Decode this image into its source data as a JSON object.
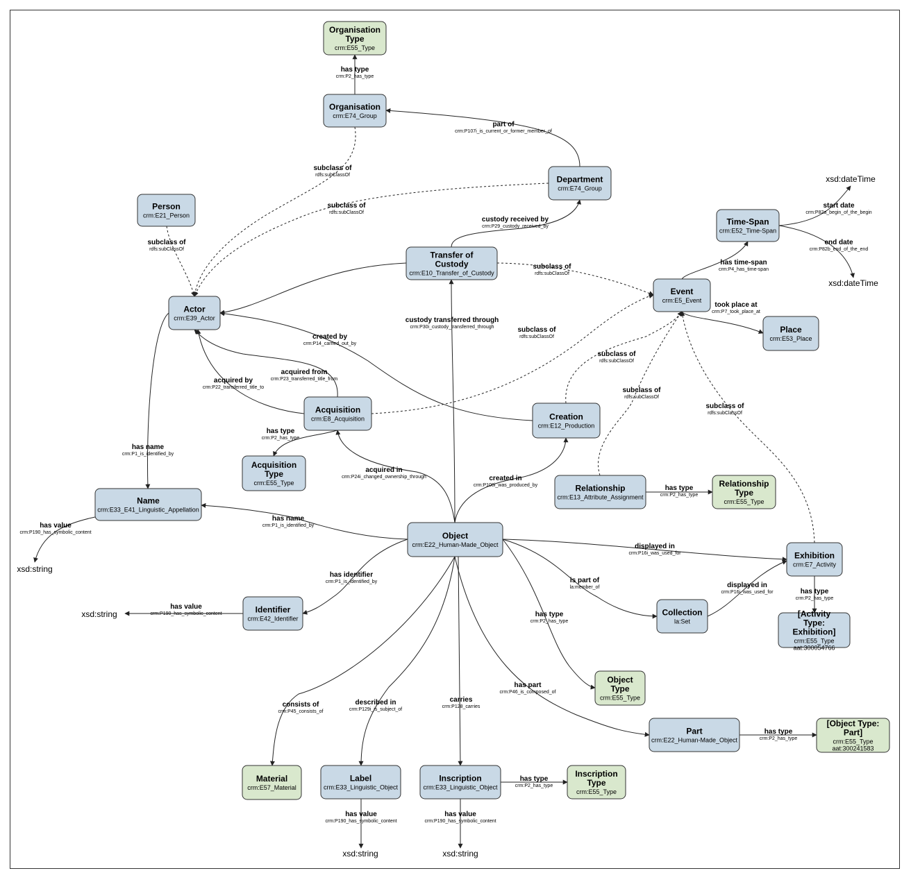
{
  "nodes": [
    {
      "id": "orgtype",
      "title": "Organisation Type",
      "sub": [
        "crm:E55_Type"
      ],
      "color": "green"
    },
    {
      "id": "org",
      "title": "Organisation",
      "sub": [
        "crm:E74_Group"
      ],
      "color": "blue"
    },
    {
      "id": "dept",
      "title": "Department",
      "sub": [
        "crm:E74_Group"
      ],
      "color": "blue"
    },
    {
      "id": "person",
      "title": "Person",
      "sub": [
        "crm:E21_Person"
      ],
      "color": "blue"
    },
    {
      "id": "timespan",
      "title": "Time-Span",
      "sub": [
        "crm:E52_Time-Span"
      ],
      "color": "blue"
    },
    {
      "id": "toc",
      "title": "Transfer of Custody",
      "sub": [
        "crm:E10_Transfer_of_Custody"
      ],
      "color": "blue"
    },
    {
      "id": "event",
      "title": "Event",
      "sub": [
        "crm:E5_Event"
      ],
      "color": "blue"
    },
    {
      "id": "actor",
      "title": "Actor",
      "sub": [
        "crm:E39_Actor"
      ],
      "color": "blue"
    },
    {
      "id": "place",
      "title": "Place",
      "sub": [
        "crm:E53_Place"
      ],
      "color": "blue"
    },
    {
      "id": "acq",
      "title": "Acquisition",
      "sub": [
        "crm:E8_Acquisition"
      ],
      "color": "blue"
    },
    {
      "id": "creation",
      "title": "Creation",
      "sub": [
        "crm:E12_Production"
      ],
      "color": "blue"
    },
    {
      "id": "acqtype",
      "title": "Acquisition Type",
      "sub": [
        "crm:E55_Type"
      ],
      "color": "blue"
    },
    {
      "id": "name",
      "title": "Name",
      "sub": [
        "crm:E33_E41_Linguistic_Appellation"
      ],
      "color": "blue"
    },
    {
      "id": "rel",
      "title": "Relationship",
      "sub": [
        "crm:E13_Attribute_Assignment"
      ],
      "color": "blue"
    },
    {
      "id": "reltype",
      "title": "Relationship Type",
      "sub": [
        "crm:E55_Type"
      ],
      "color": "green"
    },
    {
      "id": "object",
      "title": "Object",
      "sub": [
        "crm:E22_Human-Made_Object"
      ],
      "color": "blue"
    },
    {
      "id": "exhibition",
      "title": "Exhibition",
      "sub": [
        "crm:E7_Activity"
      ],
      "color": "blue"
    },
    {
      "id": "identifier",
      "title": "Identifier",
      "sub": [
        "crm:E42_Identifier"
      ],
      "color": "blue"
    },
    {
      "id": "collection",
      "title": "Collection",
      "sub": [
        "la:Set"
      ],
      "color": "blue"
    },
    {
      "id": "acttype",
      "title": "[Activity Type: Exhibition]",
      "sub": [
        "crm:E55_Type",
        "aat:300054766"
      ],
      "color": "blue"
    },
    {
      "id": "objtype",
      "title": "Object Type",
      "sub": [
        "crm:E55_Type"
      ],
      "color": "green"
    },
    {
      "id": "part",
      "title": "Part",
      "sub": [
        "crm:E22_Human-Made_Object"
      ],
      "color": "blue"
    },
    {
      "id": "objtypepart",
      "title": "[Object Type: Part]",
      "sub": [
        "crm:E55_Type",
        "aat:300241583"
      ],
      "color": "green"
    },
    {
      "id": "material",
      "title": "Material",
      "sub": [
        "crm:E57_Material"
      ],
      "color": "green"
    },
    {
      "id": "label",
      "title": "Label",
      "sub": [
        "crm:E33_Linguistic_Object"
      ],
      "color": "blue"
    },
    {
      "id": "inscription",
      "title": "Inscription",
      "sub": [
        "crm:E33_Linguistic_Object"
      ],
      "color": "blue"
    },
    {
      "id": "insctype",
      "title": "Inscription Type",
      "sub": [
        "crm:E55_Type"
      ],
      "color": "green"
    }
  ],
  "literals": [
    {
      "id": "dt1",
      "text": "xsd:dateTime"
    },
    {
      "id": "dt2",
      "text": "xsd:dateTime"
    },
    {
      "id": "str_name",
      "text": "xsd:string"
    },
    {
      "id": "str_ident",
      "text": "xsd:string"
    },
    {
      "id": "str_label",
      "text": "xsd:string"
    },
    {
      "id": "str_insc",
      "text": "xsd:string"
    }
  ],
  "edges": [
    {
      "id": "e_org_type",
      "label": "has type",
      "prop": "crm:P2_has_type"
    },
    {
      "id": "e_dept_org",
      "label": "part of",
      "prop": "crm:P107i_is_current_or_former_member_of"
    },
    {
      "id": "e_org_actor",
      "label": "subclass of",
      "prop": "rdfs:subClassOf"
    },
    {
      "id": "e_dept_actor",
      "label": "subclass of",
      "prop": "rdfs:subClassOf"
    },
    {
      "id": "e_person_actor",
      "label": "subclass of",
      "prop": "rdfs:subClassOf"
    },
    {
      "id": "e_toc_dept",
      "label": "custody received by",
      "prop": "crm:P29_custody_received_by"
    },
    {
      "id": "e_toc_event",
      "label": "subclass of",
      "prop": "rdfs:subClassOf"
    },
    {
      "id": "e_ts_start",
      "label": "start date",
      "prop": "crm:P82a_begin_of_the_begin"
    },
    {
      "id": "e_ts_end",
      "label": "end date",
      "prop": "crm:P82b_end_of_the_end"
    },
    {
      "id": "e_event_ts",
      "label": "has time-span",
      "prop": "crm:P4_has_time-span"
    },
    {
      "id": "e_event_place",
      "label": "took place at",
      "prop": "crm:P7_took_place_at"
    },
    {
      "id": "e_obj_toc",
      "label": "custody transferred through",
      "prop": "crm:P30i_custody_transferred_through"
    },
    {
      "id": "e_creation_actor",
      "label": "created by",
      "prop": "crm:P14_carried_out_by"
    },
    {
      "id": "e_acq_event",
      "label": "subclass of",
      "prop": "rdfs:subClassOf"
    },
    {
      "id": "e_acq_from",
      "label": "acquired from",
      "prop": "crm:P23_transferred_title_from"
    },
    {
      "id": "e_acq_by",
      "label": "acquired by",
      "prop": "crm:P22_transferred_title_to"
    },
    {
      "id": "e_creation_event",
      "label": "subclass of",
      "prop": "rdfs:subClassOf"
    },
    {
      "id": "e_rel_event",
      "label": "subclass of",
      "prop": "rdfs:subClassOf"
    },
    {
      "id": "e_exh_event",
      "label": "subclass of",
      "prop": "rdfs:subClassOf"
    },
    {
      "id": "e_acq_type",
      "label": "has type",
      "prop": "crm:P2_has_type"
    },
    {
      "id": "e_actor_name",
      "label": "has name",
      "prop": "crm:P1_is_identified_by"
    },
    {
      "id": "e_obj_acq",
      "label": "acquired in",
      "prop": "crm:P24i_changed_ownership_through"
    },
    {
      "id": "e_obj_creation",
      "label": "created in",
      "prop": "crm:P108i_was_produced_by"
    },
    {
      "id": "e_rel_type",
      "label": "has type",
      "prop": "crm:P2_has_type"
    },
    {
      "id": "e_name_value",
      "label": "has value",
      "prop": "crm:P190_has_symbolic_content"
    },
    {
      "id": "e_obj_name",
      "label": "has name",
      "prop": "crm:P1_is_identified_by"
    },
    {
      "id": "e_obj_exh",
      "label": "displayed in",
      "prop": "crm:P16i_was_used_for"
    },
    {
      "id": "e_obj_ident",
      "label": "has identifier",
      "prop": "crm:P1_is_identified_by"
    },
    {
      "id": "e_obj_coll",
      "label": "is part of",
      "prop": "la:member_of"
    },
    {
      "id": "e_coll_exh",
      "label": "displayed in",
      "prop": "crm:P16i_was_used_for"
    },
    {
      "id": "e_exh_type",
      "label": "has type",
      "prop": "crm:P2_has_type"
    },
    {
      "id": "e_ident_value",
      "label": "has value",
      "prop": "crm:P190_has_symbolic_content"
    },
    {
      "id": "e_obj_objtype",
      "label": "has type",
      "prop": "crm:P2_has_type"
    },
    {
      "id": "e_obj_part",
      "label": "has part",
      "prop": "crm:P46_is_composed_of"
    },
    {
      "id": "e_part_type",
      "label": "has type",
      "prop": "crm:P2_has_type"
    },
    {
      "id": "e_obj_material",
      "label": "consists of",
      "prop": "crm:P45_consists_of"
    },
    {
      "id": "e_obj_label",
      "label": "described in",
      "prop": "crm:P129i_is_subject_of"
    },
    {
      "id": "e_obj_insc",
      "label": "carries",
      "prop": "crm:P128_carries"
    },
    {
      "id": "e_insc_type",
      "label": "has type",
      "prop": "crm:P2_has_type"
    },
    {
      "id": "e_label_value",
      "label": "has value",
      "prop": "crm:P190_has_symbolic_content"
    },
    {
      "id": "e_insc_value",
      "label": "has value",
      "prop": "crm:P190_has_symbolic_content"
    }
  ]
}
